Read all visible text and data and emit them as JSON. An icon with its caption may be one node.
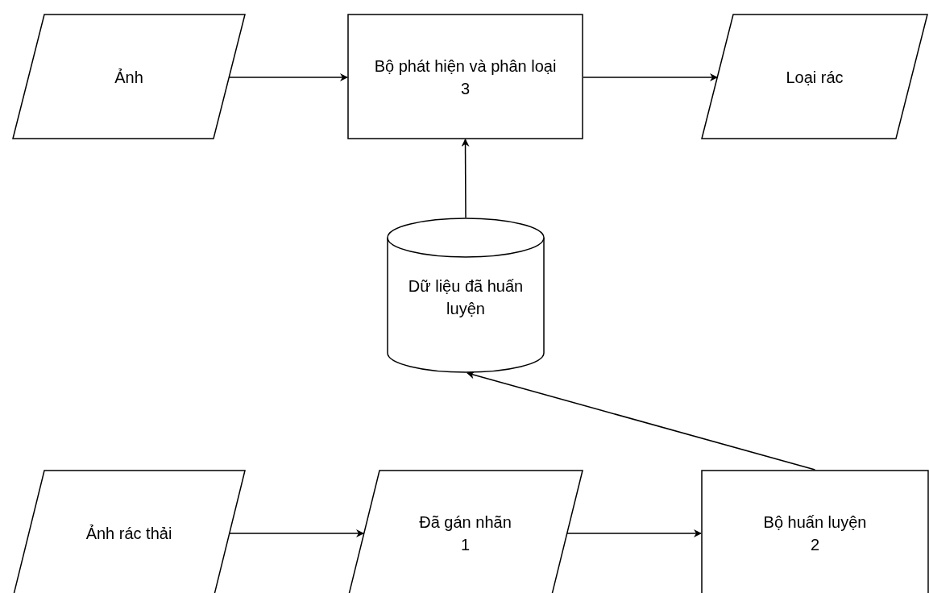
{
  "diagram": {
    "nodes": [
      {
        "text": [
          "Ảnh"
        ]
      },
      {
        "text": [
          "Bộ phát hiện và phân loại",
          "3"
        ]
      },
      {
        "text": [
          "Loại rác"
        ]
      },
      {
        "text": [
          "Dữ liệu đã huấn luyện"
        ]
      },
      {
        "text": [
          "Ảnh rác thải"
        ]
      },
      {
        "text": [
          "Đã gán nhãn",
          "1"
        ]
      },
      {
        "text": [
          "Bộ huấn luyện",
          "2"
        ]
      }
    ],
    "edges": [
      {
        "from": 0,
        "to": 1,
        "arrow": "to"
      },
      {
        "from": 1,
        "to": 2,
        "arrow": "to"
      },
      {
        "from": 3,
        "to": 1,
        "arrow": "to"
      },
      {
        "from": 4,
        "to": 5,
        "arrow": "to"
      },
      {
        "from": 5,
        "to": 6,
        "arrow": "to"
      },
      {
        "from": 6,
        "to": 3,
        "arrow": "to"
      }
    ]
  }
}
